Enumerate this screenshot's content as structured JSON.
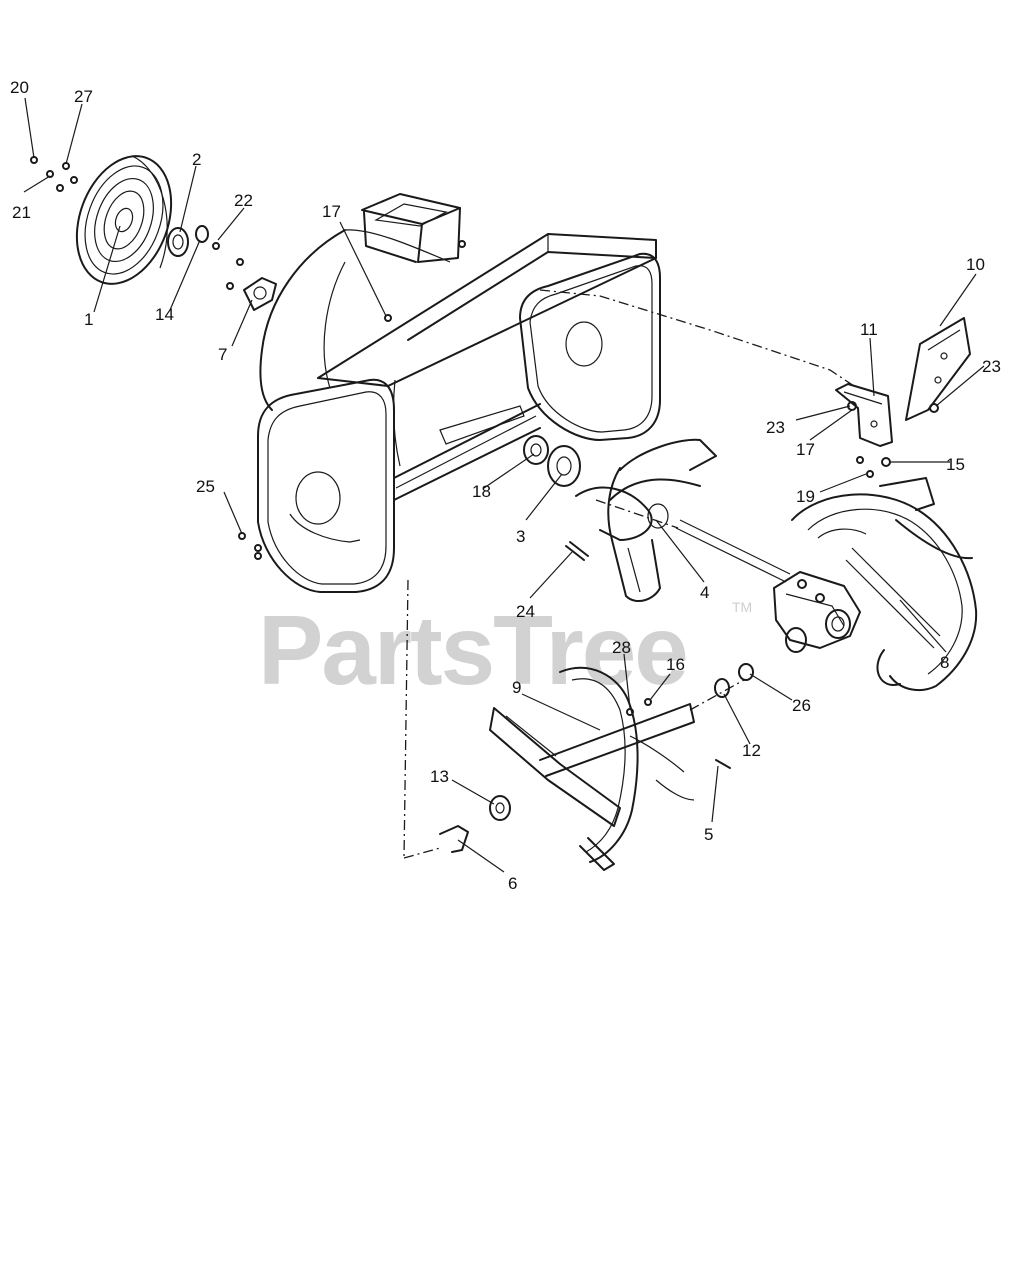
{
  "watermark": {
    "text": "PartsTree",
    "trademark": "TM"
  },
  "callouts": [
    {
      "id": "c20",
      "label": "20"
    },
    {
      "id": "c27",
      "label": "27"
    },
    {
      "id": "c21",
      "label": "21"
    },
    {
      "id": "c2",
      "label": "2"
    },
    {
      "id": "c1",
      "label": "1"
    },
    {
      "id": "c14",
      "label": "14"
    },
    {
      "id": "c22",
      "label": "22"
    },
    {
      "id": "c7",
      "label": "7"
    },
    {
      "id": "c17a",
      "label": "17"
    },
    {
      "id": "c10",
      "label": "10"
    },
    {
      "id": "c11",
      "label": "11"
    },
    {
      "id": "c23a",
      "label": "23"
    },
    {
      "id": "c23b",
      "label": "23"
    },
    {
      "id": "c17b",
      "label": "17"
    },
    {
      "id": "c15",
      "label": "15"
    },
    {
      "id": "c19",
      "label": "19"
    },
    {
      "id": "c25",
      "label": "25"
    },
    {
      "id": "c18",
      "label": "18"
    },
    {
      "id": "c3",
      "label": "3"
    },
    {
      "id": "c4",
      "label": "4"
    },
    {
      "id": "c24",
      "label": "24"
    },
    {
      "id": "c8",
      "label": "8"
    },
    {
      "id": "c28",
      "label": "28"
    },
    {
      "id": "c16",
      "label": "16"
    },
    {
      "id": "c9",
      "label": "9"
    },
    {
      "id": "c26",
      "label": "26"
    },
    {
      "id": "c12",
      "label": "12"
    },
    {
      "id": "c13",
      "label": "13"
    },
    {
      "id": "c5",
      "label": "5"
    },
    {
      "id": "c6",
      "label": "6"
    }
  ]
}
